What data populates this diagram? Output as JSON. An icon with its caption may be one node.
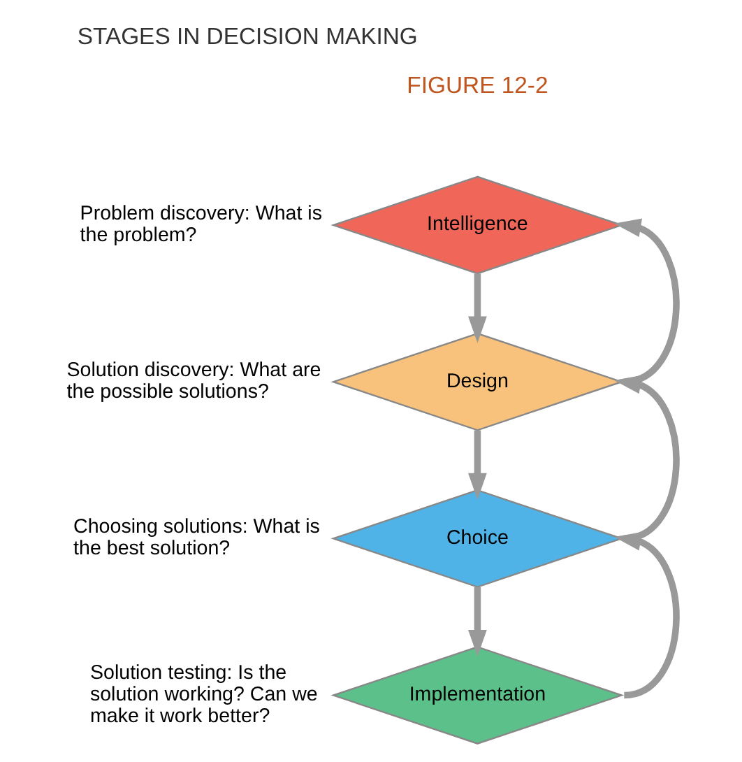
{
  "diagram": {
    "title": "STAGES IN DECISION MAKING",
    "nodes": [
      {
        "text": [
          "Intelligence"
        ],
        "beside": [
          "Problem discovery: What is the problem?"
        ]
      },
      {
        "text": [
          "Design"
        ],
        "beside": [
          "Solution discovery: What are the possible solutions?"
        ]
      },
      {
        "text": [
          "Choice"
        ],
        "beside": [
          "Choosing solutions: What is the best solution?"
        ]
      },
      {
        "text": [
          "Implementation"
        ],
        "beside": [
          "Solution testing: Is the solution working? Can we make it work better?"
        ]
      }
    ],
    "edges": [
      {
        "from": 0,
        "to": 1,
        "arrow": "to"
      },
      {
        "from": 1,
        "to": 2,
        "arrow": "to"
      },
      {
        "from": 2,
        "to": 3,
        "arrow": "to"
      },
      {
        "from": 1,
        "to": 0,
        "arrow": "to"
      },
      {
        "from": 2,
        "to": 1,
        "arrow": "to"
      },
      {
        "from": 3,
        "to": 2,
        "arrow": "to"
      }
    ],
    "labels": [
      "FIGURE 12-2"
    ]
  }
}
